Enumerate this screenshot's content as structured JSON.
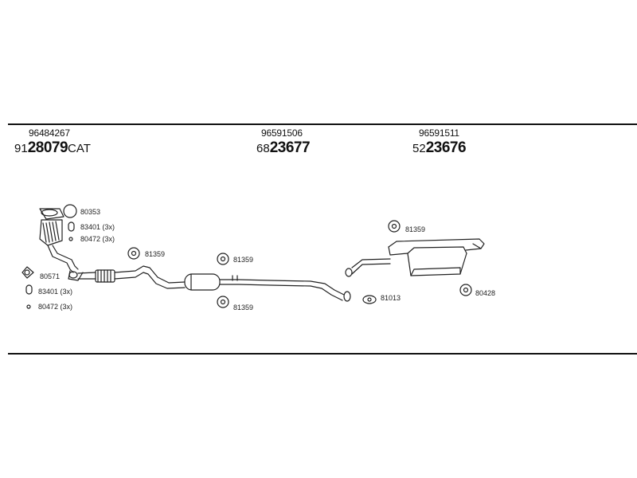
{
  "products": [
    {
      "oe": "96484267",
      "prefix": "91",
      "number": "28079",
      "suffix": "CAT"
    },
    {
      "oe": "96591506",
      "prefix": "68",
      "number": "23677",
      "suffix": ""
    },
    {
      "oe": "96591511",
      "prefix": "52",
      "number": "23676",
      "suffix": ""
    }
  ],
  "parts": {
    "p80353": "80353",
    "p83401a": "83401 (3x)",
    "p80472a": "80472 (3x)",
    "p80571": "80571",
    "p83401b": "83401 (3x)",
    "p80472b": "80472 (3x)",
    "p81359a": "81359",
    "p81359b": "81359",
    "p81359c": "81359",
    "p81359d": "81359",
    "p81013": "81013",
    "p80428": "80428"
  }
}
